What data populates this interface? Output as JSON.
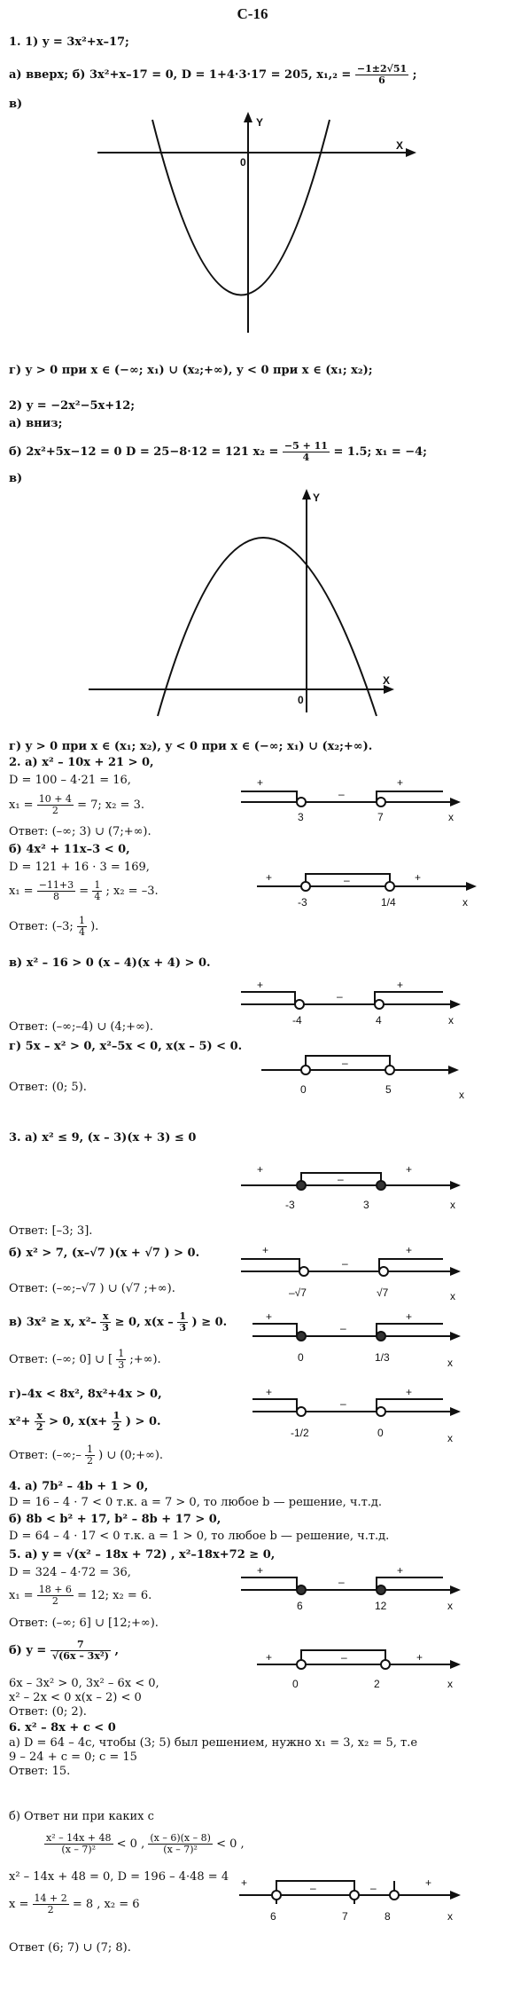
{
  "title": "С-16",
  "l1": "1. 1) y = 3x²+x–17;",
  "l2": "а) вверх; б) 3x²+x–17 = 0, D = 1+4·3·17 = 205, x₁,₂ =",
  "l2_frac_n": "−1±2√51",
  "l2_frac_d": "6",
  "l2_end": ";",
  "l3": "в)",
  "g1_y": "Y",
  "g1_x": "X",
  "g1_o": "0",
  "l4": "г) y > 0 при x ∈ (−∞; x₁) ∪ (x₂;+∞), y < 0 при x ∈ (x₁; x₂);",
  "l5": "2) y = −2x²−5x+12;",
  "l6": "а) вниз;",
  "l7": "б) 2x²+5x−12 = 0 D = 25−8·12 = 121 x₂ =",
  "l7_frac_n": "−5 + 11",
  "l7_frac_d": "4",
  "l7_end": "= 1.5; x₁ = −4;",
  "l8": "в)",
  "g2_y": "Y",
  "g2_x": "X",
  "g2_o": "0",
  "l9": "г) y > 0 при x ∈ (x₁; x₂), y < 0 при x ∈ (−∞; x₁) ∪ (x₂;+∞).",
  "l10": "2. а) x² – 10x + 21 > 0,",
  "l11": "D = 100 – 4·21 = 16,",
  "l12a": "x₁ =",
  "l12_frac_n": "10 + 4",
  "l12_frac_d": "2",
  "l12b": "= 7; x₂ = 3.",
  "l13": "Ответ: (–∞; 3) ∪ (7;+∞).",
  "l14": "б) 4x² + 11x–3 < 0,",
  "l15": "D = 121 + 16 · 3 = 169,",
  "l16a": "x₁ =",
  "l16_frac_n": "−11+3",
  "l16_frac_d": "8",
  "l16b": "=",
  "l16_frac2_n": "1",
  "l16_frac2_d": "4",
  "l16c": "; x₂ = –3.",
  "l17a": "Ответ: (–3;",
  "l17_frac_n": "1",
  "l17_frac_d": "4",
  "l17b": ").",
  "l18": "в) x² – 16 > 0 (x – 4)(x + 4) > 0.",
  "l19": "Ответ: (–∞;–4) ∪ (4;+∞).",
  "l20": "г) 5x – x² > 0,  x²–5x < 0, x(x – 5) < 0.",
  "l21": "Ответ: (0; 5).",
  "l22": "3. а) x² ≤ 9, (x – 3)(x + 3) ≤ 0",
  "l23": "Ответ: [–3; 3].",
  "l24": "б) x² > 7, (x–√7 )(x + √7 ) > 0.",
  "l25": "Ответ: (–∞;–√7 ) ∪ (√7 ;+∞).",
  "l26a": "в) 3x² ≥ x, x²–",
  "l26_frac_n": "x",
  "l26_frac_d": "3",
  "l26b": "≥ 0, x(x –",
  "l26_frac2_n": "1",
  "l26_frac2_d": "3",
  "l26c": ") ≥ 0.",
  "l27a": "Ответ: (–∞; 0] ∪ [",
  "l27_frac_n": "1",
  "l27_frac_d": "3",
  "l27b": ";+∞).",
  "l28": "г)–4x < 8x², 8x²+4x > 0,",
  "l29a": "x²+",
  "l29_frac_n": "x",
  "l29_frac_d": "2",
  "l29b": "> 0, x(x+",
  "l29_frac2_n": "1",
  "l29_frac2_d": "2",
  "l29c": ") > 0.",
  "l30a": "Ответ: (–∞;–",
  "l30_frac_n": "1",
  "l30_frac_d": "2",
  "l30b": ") ∪ (0;+∞).",
  "l31": "4. а) 7b² – 4b + 1 > 0,",
  "l32": "D = 16 – 4 · 7 < 0 т.к. a = 7 > 0, то любое b — решение, ч.т.д.",
  "l33": "б) 8b < b² + 17, b² – 8b + 17 > 0,",
  "l34": "D = 64 – 4 · 17 < 0 т.к. a = 1 > 0, то любое b — решение, ч.т.д.",
  "l35": "5. а) y = √(x² – 18x + 72) , x²–18x+72 ≥ 0,",
  "l36": "D = 324 – 4·72 = 36,",
  "l37a": "x₁ =",
  "l37_frac_n": "18 + 6",
  "l37_frac_d": "2",
  "l37b": "= 12; x₂ = 6.",
  "l38": "Ответ: (–∞; 6] ∪ [12;+∞).",
  "l39a": "б) y =",
  "l39_frac_n": "7",
  "l39_frac_d": "√(6x – 3x²)",
  "l39b": ",",
  "l40": "6x – 3x² > 0, 3x² – 6x < 0,",
  "l41": "x² – 2x < 0 x(x – 2) < 0",
  "l42": "Ответ: (0; 2).",
  "l43": "6. x² – 8x + c < 0",
  "l44": "а) D = 64 – 4c, чтобы (3; 5) был решением, нужно x₁ = 3, x₂ = 5, т.е",
  "l45": "9 – 24 + c = 0; c = 15",
  "l46": "Ответ: 15.",
  "l47": "б) Ответ ни при каких c",
  "l48_frac_n": "x² – 14x + 48",
  "l48_frac_d": "(x – 7)²",
  "l48a": "< 0 ,",
  "l48_frac2_n": "(x – 6)(x – 8)",
  "l48_frac2_d": "(x – 7)²",
  "l48b": "< 0 ,",
  "l49": "x² – 14x + 48 = 0, D = 196 – 4·48 = 4",
  "l50a": "x =",
  "l50_frac_n": "14 + 2",
  "l50_frac_d": "2",
  "l50b": "= 8 , x₂ = 6",
  "l51": "Ответ (6; 7) ∪ (7; 8).",
  "plus": "+",
  "minus": "–",
  "xl": "x",
  "n2a_1": "3",
  "n2a_2": "7",
  "n2b_1": "-3",
  "n2b_2": "1/4",
  "n2c_1": "-4",
  "n2c_2": "4",
  "n2d_1": "0",
  "n2d_2": "5",
  "n3a_1": "-3",
  "n3a_2": "3",
  "n3b_1": "–√7",
  "n3b_2": "√7",
  "n3c_1": "0",
  "n3c_2": "1/3",
  "n3d_1": "-1/2",
  "n3d_2": "0",
  "n5a_1": "6",
  "n5a_2": "12",
  "n5b_1": "0",
  "n5b_2": "2",
  "n6_1": "6",
  "n6_2": "7",
  "n6_3": "8"
}
